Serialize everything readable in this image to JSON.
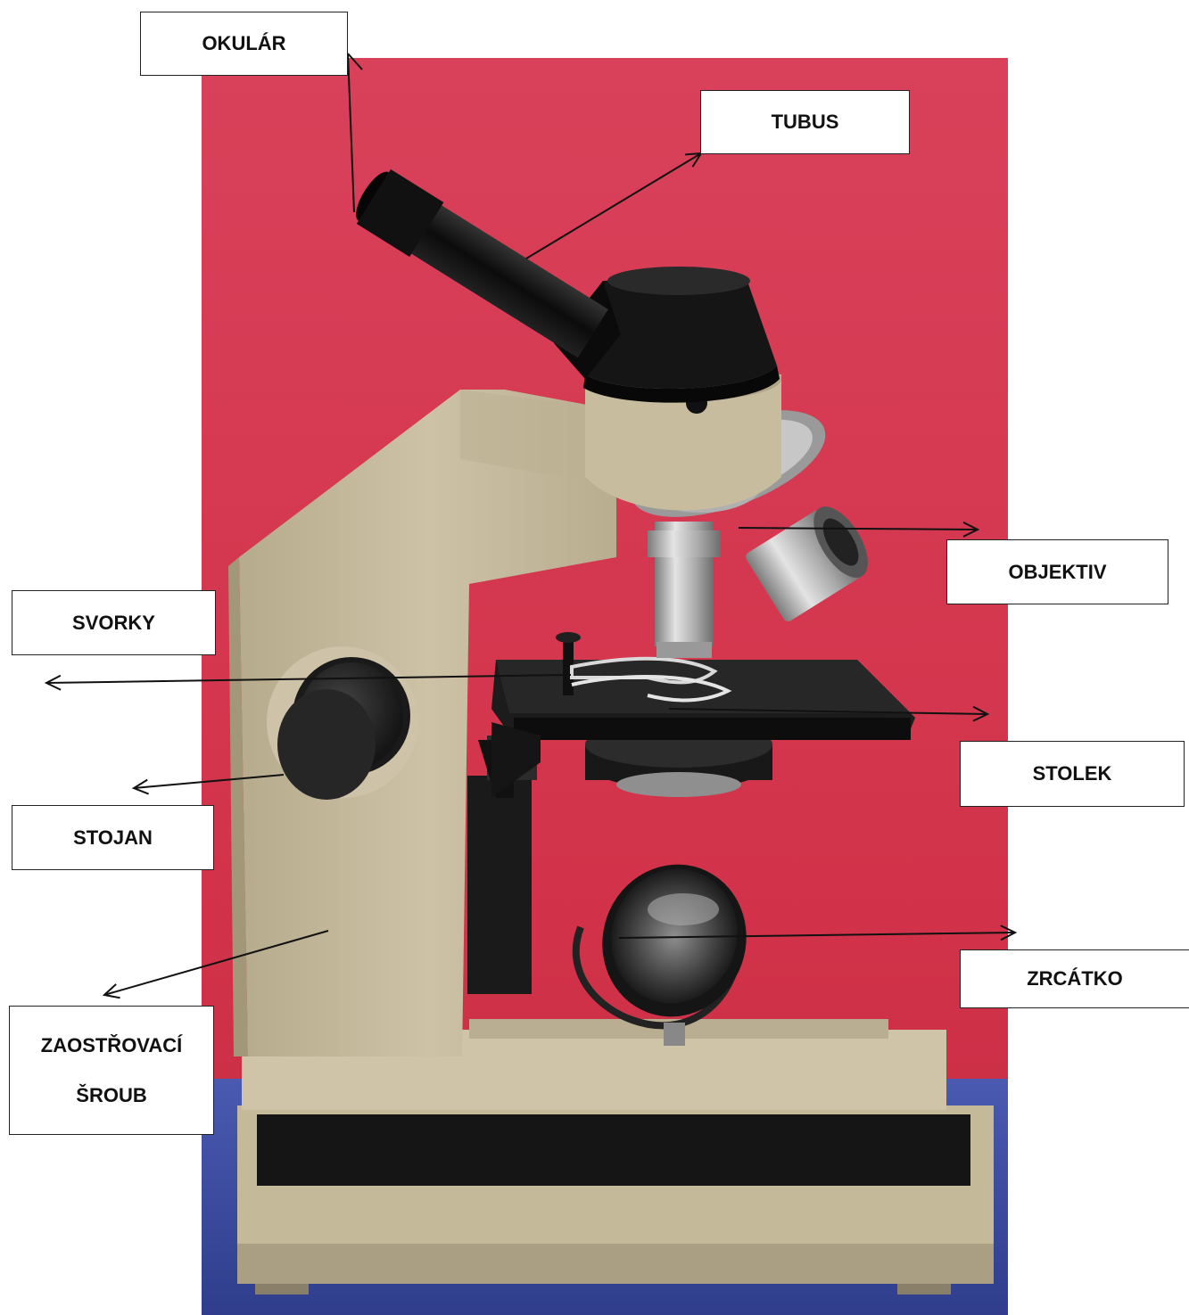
{
  "diagram": {
    "labels": {
      "okular": "OKULÁR",
      "tubus": "TUBUS",
      "objektiv": "OBJEKTIV",
      "svorky": "SVORKY",
      "stolek": "STOLEK",
      "stojan": "STOJAN",
      "zrcatko": "ZRCÁTKO",
      "zaostrovaci_line1": "ZAOSTŘOVACÍ",
      "zaostrovaci_line2": "ŠROUB"
    },
    "colors": {
      "background_red": "#d8374f",
      "table_blue": "#3a4aa0",
      "body_beige": "#c9bda0",
      "black_parts": "#151515",
      "metal": "#b8b8b8",
      "leader_line": "#111111"
    }
  }
}
